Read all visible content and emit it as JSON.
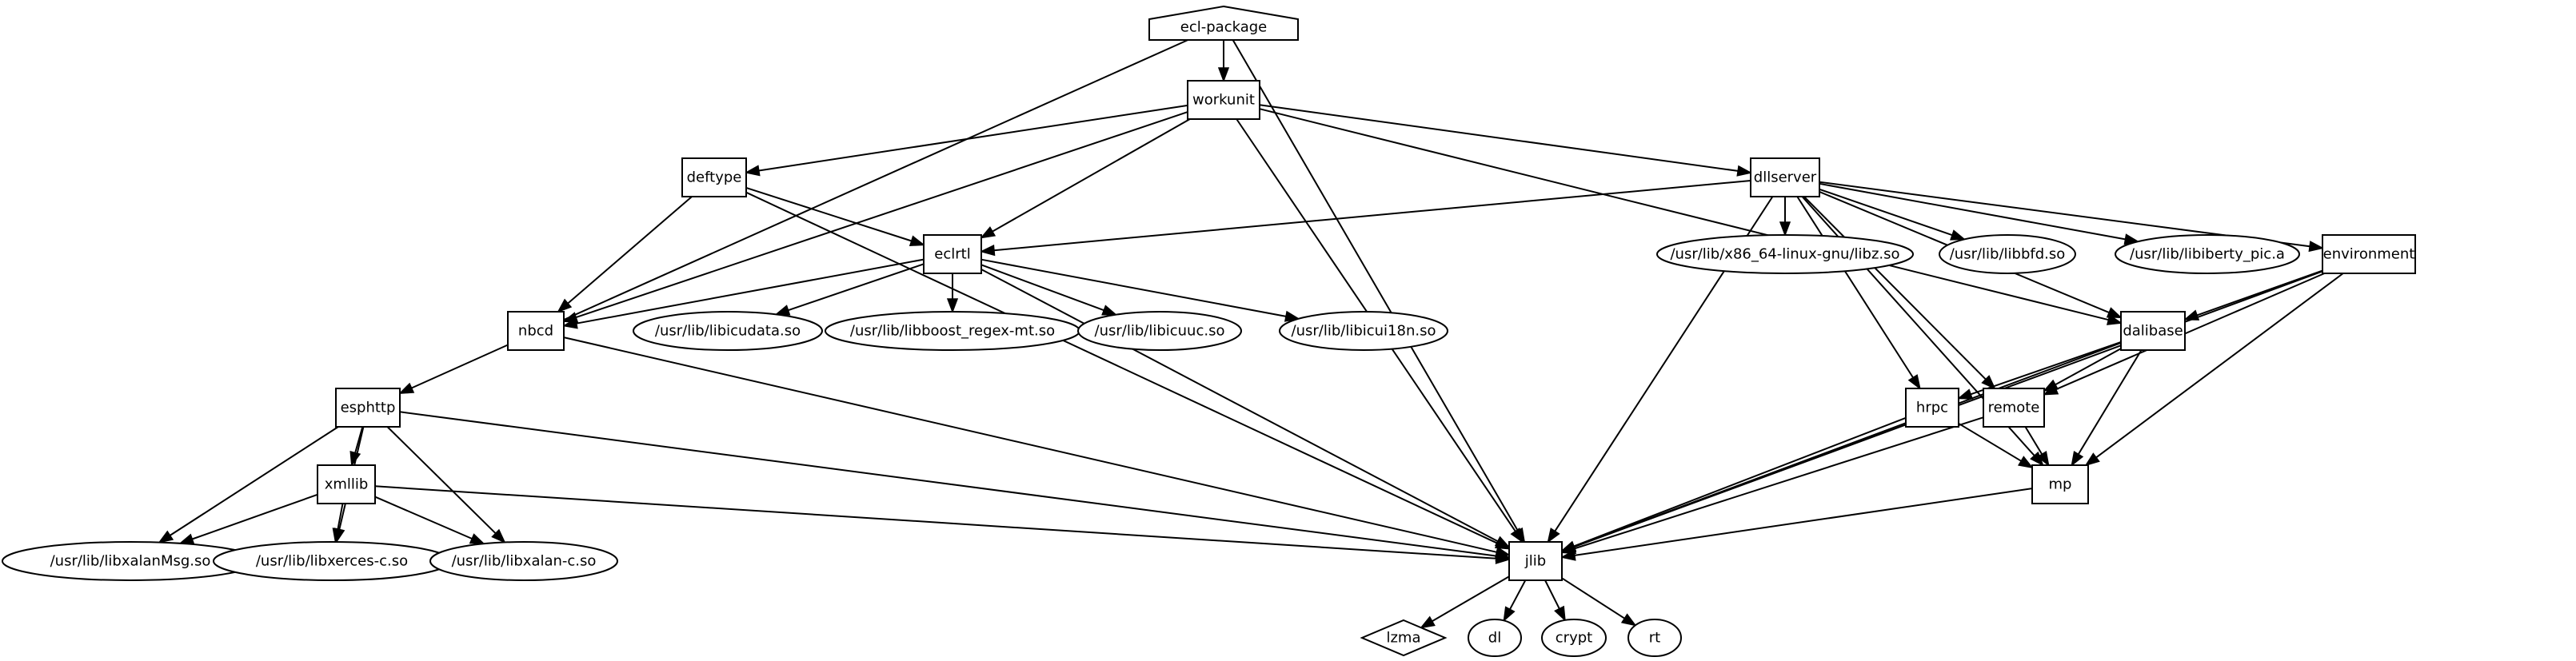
{
  "graph": {
    "nodes": [
      {
        "id": "ecl-package",
        "label": "ecl-package",
        "shape": "house"
      },
      {
        "id": "workunit",
        "label": "workunit",
        "shape": "box"
      },
      {
        "id": "deftype",
        "label": "deftype",
        "shape": "box"
      },
      {
        "id": "dllserver",
        "label": "dllserver",
        "shape": "box"
      },
      {
        "id": "eclrtl",
        "label": "eclrtl",
        "shape": "box"
      },
      {
        "id": "libz",
        "label": "/usr/lib/x86_64-linux-gnu/libz.so",
        "shape": "ellipse"
      },
      {
        "id": "libbfd",
        "label": "/usr/lib/libbfd.so",
        "shape": "ellipse"
      },
      {
        "id": "libiberty",
        "label": "/usr/lib/libiberty_pic.a",
        "shape": "ellipse"
      },
      {
        "id": "environment",
        "label": "environment",
        "shape": "box"
      },
      {
        "id": "nbcd",
        "label": "nbcd",
        "shape": "box"
      },
      {
        "id": "libicudata",
        "label": "/usr/lib/libicudata.so",
        "shape": "ellipse"
      },
      {
        "id": "libboost",
        "label": "/usr/lib/libboost_regex-mt.so",
        "shape": "ellipse"
      },
      {
        "id": "libicuuc",
        "label": "/usr/lib/libicuuc.so",
        "shape": "ellipse"
      },
      {
        "id": "libicui18n",
        "label": "/usr/lib/libicui18n.so",
        "shape": "ellipse"
      },
      {
        "id": "dalibase",
        "label": "dalibase",
        "shape": "box"
      },
      {
        "id": "esphttp",
        "label": "esphttp",
        "shape": "box"
      },
      {
        "id": "hrpc",
        "label": "hrpc",
        "shape": "box"
      },
      {
        "id": "remote",
        "label": "remote",
        "shape": "box"
      },
      {
        "id": "xmllib",
        "label": "xmllib",
        "shape": "box"
      },
      {
        "id": "mp",
        "label": "mp",
        "shape": "box"
      },
      {
        "id": "libxalanMsg",
        "label": "/usr/lib/libxalanMsg.so",
        "shape": "ellipse"
      },
      {
        "id": "libxerces",
        "label": "/usr/lib/libxerces-c.so",
        "shape": "ellipse"
      },
      {
        "id": "libxalan",
        "label": "/usr/lib/libxalan-c.so",
        "shape": "ellipse"
      },
      {
        "id": "jlib",
        "label": "jlib",
        "shape": "box"
      },
      {
        "id": "lzma",
        "label": "lzma",
        "shape": "diamond"
      },
      {
        "id": "dl",
        "label": "dl",
        "shape": "ellipse"
      },
      {
        "id": "crypt",
        "label": "crypt",
        "shape": "ellipse"
      },
      {
        "id": "rt",
        "label": "rt",
        "shape": "ellipse"
      }
    ],
    "edges": [
      [
        "ecl-package",
        "workunit"
      ],
      [
        "ecl-package",
        "esphttp"
      ],
      [
        "ecl-package",
        "jlib"
      ],
      [
        "workunit",
        "deftype"
      ],
      [
        "workunit",
        "eclrtl"
      ],
      [
        "workunit",
        "dllserver"
      ],
      [
        "workunit",
        "nbcd"
      ],
      [
        "workunit",
        "jlib"
      ],
      [
        "workunit",
        "dalibase"
      ],
      [
        "deftype",
        "eclrtl"
      ],
      [
        "deftype",
        "nbcd"
      ],
      [
        "deftype",
        "jlib"
      ],
      [
        "dllserver",
        "eclrtl"
      ],
      [
        "dllserver",
        "libz"
      ],
      [
        "dllserver",
        "libbfd"
      ],
      [
        "dllserver",
        "libiberty"
      ],
      [
        "dllserver",
        "environment"
      ],
      [
        "dllserver",
        "dalibase"
      ],
      [
        "dllserver",
        "hrpc"
      ],
      [
        "dllserver",
        "remote"
      ],
      [
        "dllserver",
        "mp"
      ],
      [
        "dllserver",
        "jlib"
      ],
      [
        "eclrtl",
        "nbcd"
      ],
      [
        "eclrtl",
        "libicudata"
      ],
      [
        "eclrtl",
        "libboost"
      ],
      [
        "eclrtl",
        "libicuuc"
      ],
      [
        "eclrtl",
        "libicui18n"
      ],
      [
        "eclrtl",
        "jlib"
      ],
      [
        "environment",
        "dalibase"
      ],
      [
        "environment",
        "remote"
      ],
      [
        "environment",
        "mp"
      ],
      [
        "environment",
        "jlib"
      ],
      [
        "nbcd",
        "jlib"
      ],
      [
        "dalibase",
        "hrpc"
      ],
      [
        "dalibase",
        "remote"
      ],
      [
        "dalibase",
        "mp"
      ],
      [
        "dalibase",
        "jlib"
      ],
      [
        "esphttp",
        "xmllib"
      ],
      [
        "esphttp",
        "libxalanMsg"
      ],
      [
        "esphttp",
        "libxerces"
      ],
      [
        "esphttp",
        "libxalan"
      ],
      [
        "esphttp",
        "jlib"
      ],
      [
        "xmllib",
        "libxalanMsg"
      ],
      [
        "xmllib",
        "libxerces"
      ],
      [
        "xmllib",
        "libxalan"
      ],
      [
        "xmllib",
        "jlib"
      ],
      [
        "hrpc",
        "mp"
      ],
      [
        "hrpc",
        "jlib"
      ],
      [
        "remote",
        "mp"
      ],
      [
        "remote",
        "jlib"
      ],
      [
        "mp",
        "jlib"
      ],
      [
        "jlib",
        "lzma"
      ],
      [
        "jlib",
        "dl"
      ],
      [
        "jlib",
        "crypt"
      ],
      [
        "jlib",
        "rt"
      ]
    ]
  }
}
